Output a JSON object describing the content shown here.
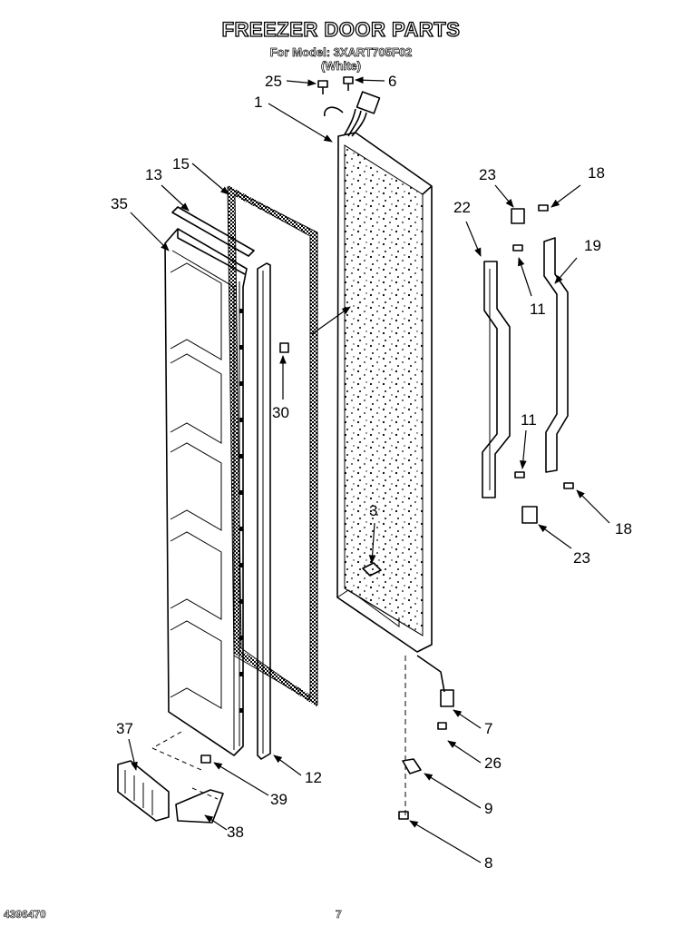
{
  "header": {
    "title": "FREEZER DOOR PARTS",
    "model_line": "For Model: 3XART705F02",
    "color_line": "(White)"
  },
  "footer": {
    "doc_number": "4396470",
    "page_number": "7"
  },
  "callouts": {
    "c1": "1",
    "c3": "3",
    "c6": "6",
    "c7": "7",
    "c8": "8",
    "c9": "9",
    "c11a": "11",
    "c11b": "11",
    "c12": "12",
    "c13": "13",
    "c15": "15",
    "c18a": "18",
    "c18b": "18",
    "c19": "19",
    "c22": "22",
    "c23a": "23",
    "c23b": "23",
    "c25": "25",
    "c26": "26",
    "c30": "30",
    "c35": "35",
    "c37": "37",
    "c38": "38",
    "c39": "39"
  }
}
